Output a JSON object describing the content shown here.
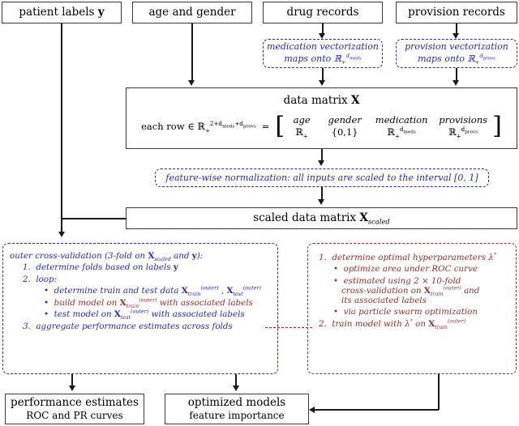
{
  "diagram": {
    "title": "machine learning pipeline flowchart",
    "colors": {
      "blue": "#2727cc",
      "red": "#96302f",
      "black": "#1a1a1a"
    }
  },
  "inputs": [
    {
      "label": "patient labels y"
    },
    {
      "label": "age and gender"
    },
    {
      "label": "drug records"
    },
    {
      "label": "provision records"
    }
  ],
  "vectorization": [
    {
      "line1": "medication vectorization",
      "line2_pre": "maps onto ",
      "sym": "R",
      "sub": "+",
      "sup": "d",
      "supsub": "meds"
    },
    {
      "line1": "provision vectorization",
      "line2_pre": "maps onto ",
      "sym": "R",
      "sub": "+",
      "sup": "d",
      "supsub": "provs"
    }
  ],
  "data_matrix": {
    "title_pre": "data matrix ",
    "title_sym": "X",
    "row_label": "each row ∈ ",
    "row_sym": "R",
    "row_sub": "+",
    "row_sup": "2+d",
    "row_sup_sub1": "meds",
    "row_sup_mid": "+d",
    "row_sup_sub2": "provs",
    "equals": "=",
    "headers": [
      "age",
      "gender",
      "medication",
      "provisions"
    ],
    "domains": [
      "R+",
      "{0,1}",
      "R+",
      "R+"
    ],
    "domain_sups": [
      "",
      "",
      "d_meds",
      "d_provs"
    ]
  },
  "normalization": {
    "text": "feature-wise normalization: all inputs are scaled to the interval [0, 1]"
  },
  "scaled_matrix": {
    "text_pre": "scaled data matrix ",
    "sym": "X",
    "sub": "scaled"
  },
  "outer_cv": {
    "heading_pre": "outer cross-validation (3-fold on ",
    "heading_sym": "X",
    "heading_sub": "scaled",
    "heading_mid": " and ",
    "heading_sym2": "y",
    "heading_post": "):",
    "step1": "1.  determine folds based on labels y",
    "step2": "2.  loop:",
    "bullets": [
      {
        "text": "determine train and test data X(outer)train , X(outer)test",
        "color": "blue"
      },
      {
        "text": "build model on X(outer)train with associated labels",
        "color": "red"
      },
      {
        "text": "test model on X(outer)test with associated labels",
        "color": "blue"
      }
    ],
    "step3": "3.  aggregate performance estimates across folds"
  },
  "inner_opt": {
    "step1": "1.  determine optimal hyperparameters λ*",
    "bullets": [
      "optimize area under ROC curve",
      "estimated using 2 × 10-fold cross-validation on X(outer)train and its associated labels",
      "via particle swarm optimization"
    ],
    "step2": "2.  train model with λ* on X(outer)train"
  },
  "outputs": [
    {
      "line1": "performance estimates",
      "line2": "ROC and PR curves"
    },
    {
      "line1": "optimized models",
      "line2": "feature importance"
    }
  ]
}
